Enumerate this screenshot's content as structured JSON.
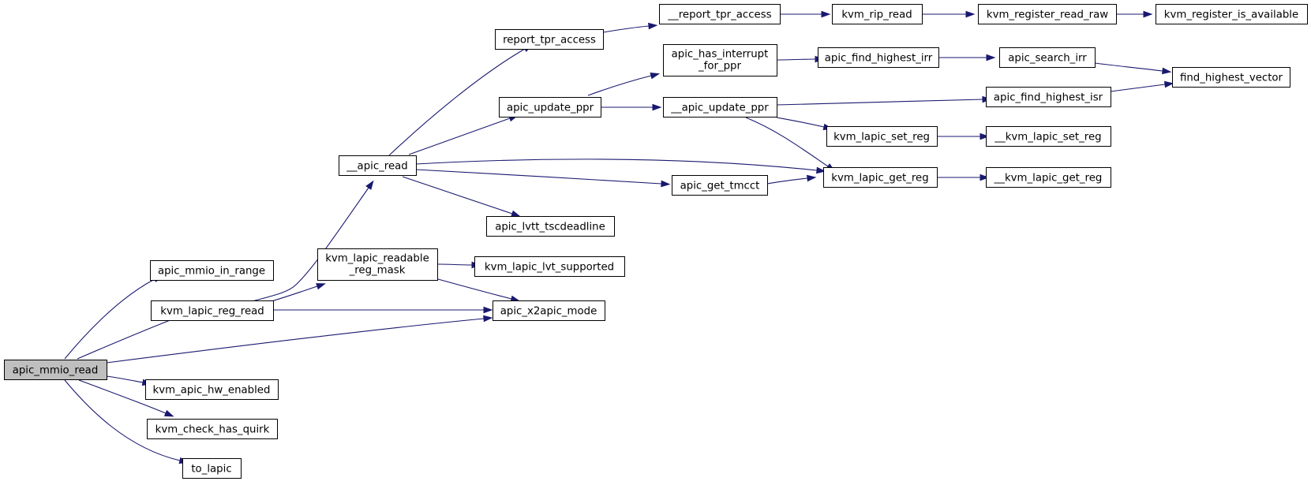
{
  "graph": {
    "nodes": {
      "apic_mmio_read": {
        "label": [
          "apic_mmio_read"
        ]
      },
      "apic_mmio_in_range": {
        "label": [
          "apic_mmio_in_range"
        ]
      },
      "kvm_lapic_reg_read": {
        "label": [
          "kvm_lapic_reg_read"
        ]
      },
      "kvm_apic_hw_enabled": {
        "label": [
          "kvm_apic_hw_enabled"
        ]
      },
      "kvm_check_has_quirk": {
        "label": [
          "kvm_check_has_quirk"
        ]
      },
      "to_lapic": {
        "label": [
          "to_lapic"
        ]
      },
      "__apic_read": {
        "label": [
          "__apic_read"
        ]
      },
      "kvm_lapic_readable_reg_mask": {
        "label": [
          "kvm_lapic_readable",
          "_reg_mask"
        ]
      },
      "apic_x2apic_mode": {
        "label": [
          "apic_x2apic_mode"
        ]
      },
      "report_tpr_access": {
        "label": [
          "report_tpr_access"
        ]
      },
      "apic_update_ppr": {
        "label": [
          "apic_update_ppr"
        ]
      },
      "apic_lvtt_tscdeadline": {
        "label": [
          "apic_lvtt_tscdeadline"
        ]
      },
      "kvm_lapic_lvt_supported": {
        "label": [
          "kvm_lapic_lvt_supported"
        ]
      },
      "__report_tpr_access": {
        "label": [
          "__report_tpr_access"
        ]
      },
      "apic_has_interrupt_for_ppr": {
        "label": [
          "apic_has_interrupt",
          "_for_ppr"
        ]
      },
      "__apic_update_ppr": {
        "label": [
          "__apic_update_ppr"
        ]
      },
      "apic_get_tmcct": {
        "label": [
          "apic_get_tmcct"
        ]
      },
      "kvm_rip_read": {
        "label": [
          "kvm_rip_read"
        ]
      },
      "apic_find_highest_irr": {
        "label": [
          "apic_find_highest_irr"
        ]
      },
      "kvm_lapic_set_reg": {
        "label": [
          "kvm_lapic_set_reg"
        ]
      },
      "kvm_lapic_get_reg": {
        "label": [
          "kvm_lapic_get_reg"
        ]
      },
      "kvm_register_read_raw": {
        "label": [
          "kvm_register_read_raw"
        ]
      },
      "apic_search_irr": {
        "label": [
          "apic_search_irr"
        ]
      },
      "apic_find_highest_isr": {
        "label": [
          "apic_find_highest_isr"
        ]
      },
      "__kvm_lapic_set_reg": {
        "label": [
          "__kvm_lapic_set_reg"
        ]
      },
      "__kvm_lapic_get_reg": {
        "label": [
          "__kvm_lapic_get_reg"
        ]
      },
      "kvm_register_is_available": {
        "label": [
          "kvm_register_is_available"
        ]
      },
      "find_highest_vector": {
        "label": [
          "find_highest_vector"
        ]
      }
    },
    "edges": [
      [
        "apic_mmio_read",
        "apic_mmio_in_range"
      ],
      [
        "apic_mmio_read",
        "kvm_lapic_reg_read"
      ],
      [
        "apic_mmio_read",
        "apic_x2apic_mode"
      ],
      [
        "apic_mmio_read",
        "kvm_apic_hw_enabled"
      ],
      [
        "apic_mmio_read",
        "kvm_check_has_quirk"
      ],
      [
        "apic_mmio_read",
        "to_lapic"
      ],
      [
        "kvm_lapic_reg_read",
        "__apic_read"
      ],
      [
        "kvm_lapic_reg_read",
        "kvm_lapic_readable_reg_mask"
      ],
      [
        "kvm_lapic_reg_read",
        "apic_x2apic_mode"
      ],
      [
        "kvm_lapic_readable_reg_mask",
        "kvm_lapic_lvt_supported"
      ],
      [
        "kvm_lapic_readable_reg_mask",
        "apic_x2apic_mode"
      ],
      [
        "__apic_read",
        "report_tpr_access"
      ],
      [
        "__apic_read",
        "apic_update_ppr"
      ],
      [
        "__apic_read",
        "kvm_lapic_get_reg"
      ],
      [
        "__apic_read",
        "apic_get_tmcct"
      ],
      [
        "__apic_read",
        "apic_lvtt_tscdeadline"
      ],
      [
        "report_tpr_access",
        "__report_tpr_access"
      ],
      [
        "__report_tpr_access",
        "kvm_rip_read"
      ],
      [
        "kvm_rip_read",
        "kvm_register_read_raw"
      ],
      [
        "kvm_register_read_raw",
        "kvm_register_is_available"
      ],
      [
        "apic_update_ppr",
        "apic_has_interrupt_for_ppr"
      ],
      [
        "apic_update_ppr",
        "__apic_update_ppr"
      ],
      [
        "apic_has_interrupt_for_ppr",
        "apic_find_highest_irr"
      ],
      [
        "apic_find_highest_irr",
        "apic_search_irr"
      ],
      [
        "apic_search_irr",
        "find_highest_vector"
      ],
      [
        "__apic_update_ppr",
        "apic_find_highest_isr"
      ],
      [
        "__apic_update_ppr",
        "kvm_lapic_set_reg"
      ],
      [
        "__apic_update_ppr",
        "kvm_lapic_get_reg"
      ],
      [
        "apic_find_highest_isr",
        "find_highest_vector"
      ],
      [
        "kvm_lapic_set_reg",
        "__kvm_lapic_set_reg"
      ],
      [
        "apic_get_tmcct",
        "kvm_lapic_get_reg"
      ],
      [
        "kvm_lapic_get_reg",
        "__kvm_lapic_get_reg"
      ]
    ]
  }
}
